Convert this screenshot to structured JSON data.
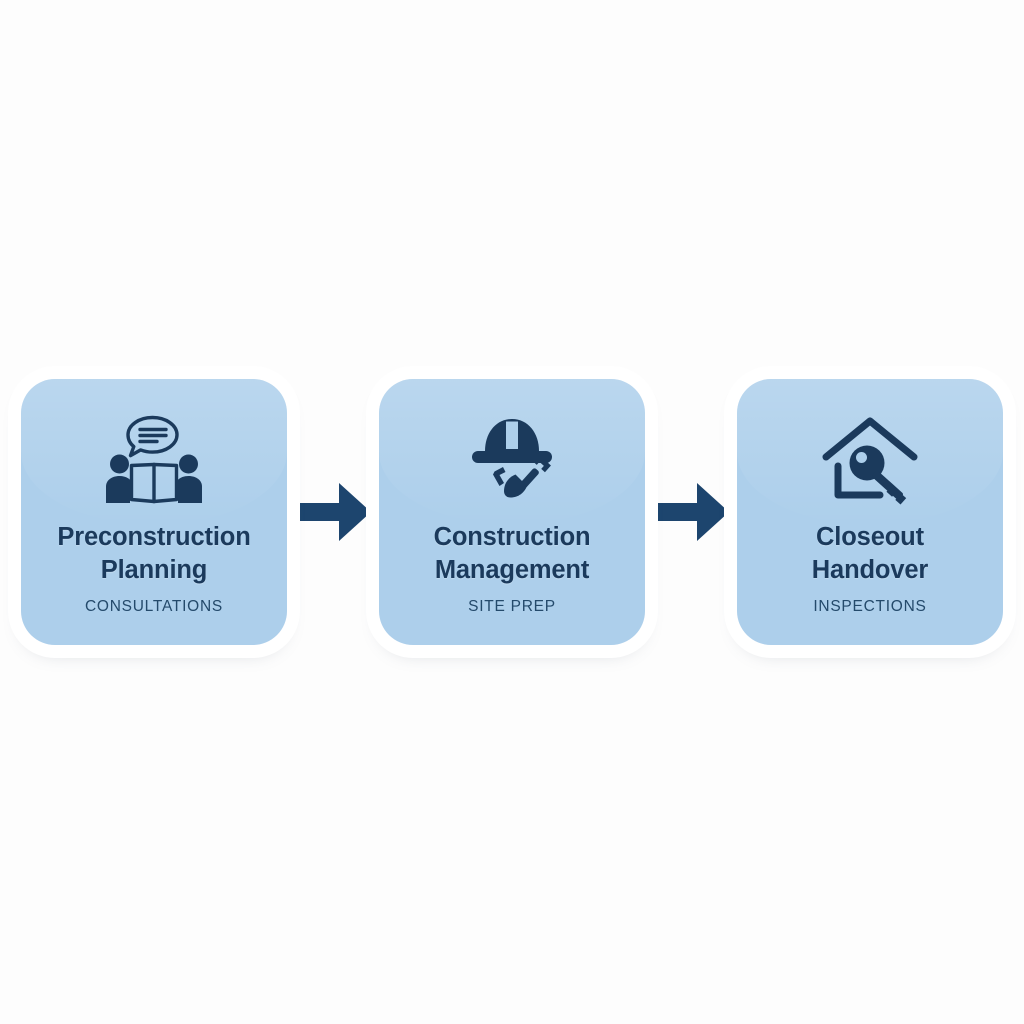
{
  "diagram": {
    "type": "process-flow",
    "orientation": "horizontal",
    "background_color": "#fdfdfd",
    "card_color": "#adcfeb",
    "accent_color": "#1b3a5c",
    "arrow_color": "#1d456e",
    "stages": [
      {
        "title": "Preconstruction Planning",
        "subtitle": "CONSULTATIONS",
        "icon": "people-discussion-icon"
      },
      {
        "title": "Construction Management",
        "subtitle": "SITE PREP",
        "icon": "hardhat-shovel-icon"
      },
      {
        "title": "Closeout Handover",
        "subtitle": "INSPECTIONS",
        "icon": "house-key-icon"
      }
    ],
    "connectors": [
      {
        "label": "",
        "icon": "arrow-right-icon"
      },
      {
        "label": "",
        "icon": "arrow-right-icon"
      }
    ]
  }
}
